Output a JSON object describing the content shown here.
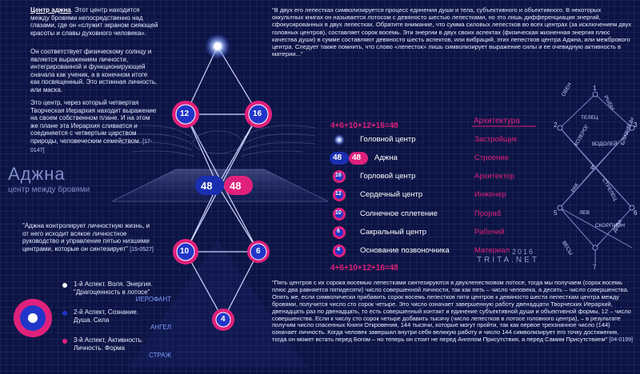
{
  "top_left": {
    "title": "Центр аджна",
    "intro": ". Этот центр находится между бровями непосредственно над глазами, где он «служит экраном сияющей красоты и славы духовного человека».",
    "p2": "Он соответствует физическому солнцу и является выражением личности, интегрированной и функционирующей сначала как ученик, а в конечном итоге как посвященный. Это истинная личность, или маска.",
    "p3": "Это центр, через который четвертая Творческая Иерархия находит выражение на своем собственном плане. И на этом же плане эта Иерархия сливается и соединяется с четвертым царством природы, человеческим семейством.",
    "p3_src": "[17-0147]"
  },
  "ajna_heading": {
    "title": "Аджна",
    "subtitle": "центр между бровями"
  },
  "left_quote": {
    "text": "\"Аджна контролирует личностную жизнь, и от него исходит всякое личностное руководство и управление пятью низшими центрами, которые он синтезирует\"",
    "src": "[15-0527]"
  },
  "aspects": [
    {
      "text1": "1-й Аспект. Воля. Энергия.",
      "text2": "\"Драгоценность в лотосе\"",
      "role": "ИЕРОФАНТ",
      "color": "#ffffff"
    },
    {
      "text1": "2-й Аспект, Сознание.",
      "text2": "Душа. Сила",
      "role": "АНГЕЛ",
      "color": "#2136c9"
    },
    {
      "text1": "3-й Аспект, Активность.",
      "text2": "Личность. Форма",
      "role": "СТРАЖ",
      "color": "#e0217c"
    }
  ],
  "top_quote": {
    "text": "\"В двух его лепестках символизируется процесс единения души и тела, субъективного и объективного. В некоторых оккультных книгах он называется лотосом с девяносто шестью лепестками, но это лишь дифференциация энергий, сфокусированных в двух лепестках. Обратите внимание, что сумма силовых лепестков во всех центрах (за исключением двух головных центров), составляет сорок восемь. Эти энергии в двух своих аспектах (физическая жизненная энергия плюс качества души) в сумме составляют девяносто шесть аспектов, или вибраций, этих лепестков центра Аджна, или межбрового центра. Следует также помнить, что слово «лепесток» лишь символизирует выражение силы и ее очевидную активность в материи...\""
  },
  "equation_top": "4+6+10+12+16=48",
  "equation_bottom": "4+6+10+12+16=48",
  "architecture_title": "Архитектура",
  "centers": [
    {
      "label": "Головной центр",
      "role": "Застройщик",
      "badge": ""
    },
    {
      "label": "Аджна",
      "role": "Строение",
      "badge": ""
    },
    {
      "label": "Горловой центр",
      "role": "Архитектор",
      "badge": "16"
    },
    {
      "label": "Сердечный центр",
      "role": "Инженер",
      "badge": "12"
    },
    {
      "label": "Солнечное сплетение",
      "role": "Прораб",
      "badge": "10"
    },
    {
      "label": "Сакральный центр",
      "role": "Рабочий",
      "badge": "6"
    },
    {
      "label": "Основание позвоночника",
      "role": "Материал",
      "badge": "4"
    }
  ],
  "ajna_badges": {
    "left": "48",
    "right": "48"
  },
  "diagram_nums": {
    "throat": "16",
    "heart": "12",
    "solar": "10",
    "sacral": "6",
    "base": "4",
    "ajna_left": "48",
    "ajna_right": "48"
  },
  "watermark": {
    "year": "2016",
    "site": "TRITA.NET"
  },
  "zodiac": [
    "ОВЕН",
    "РЫБЫ",
    "ТЕЛЕЦ",
    "ВОДОЛЕЙ",
    "БЛИЗНЕЦЫ",
    "КОЗЕРОГ",
    "РАК",
    "СТРЕЛЕЦ",
    "ЛЕВ",
    "СКОРПИОН",
    "ВЕСЫ",
    "ДЕВА"
  ],
  "zodiac_nums": [
    "1",
    "2",
    "3",
    "4",
    "5",
    "6",
    "7"
  ],
  "bottom_quote": {
    "text": "\"Пять центров с их сорока восемью лепестками синтезируются в двухлепестковом лотосе, тогда мы получаем (сорок восемь плюс два равняется пятидесяти) число совершенной личности, так как пять – число человека, а десять – число совершенства. Опять же, если символически прибавить сорок восемь лепестков пяти центров к девяносто шести лепесткам центра между бровями, получится число сто сорок четыре. Это число означает завершенную работу двенадцати Творческих Иерархий, двенадцать раз по двенадцать, то есть совершенный контакт и единение субъективной души и объективной формы, 12 – число совершенства. Если к числу сто сорок четыре добавить тысячу (число лепестков в лотосе головного центра), – в результате получим число спасенных Книги Откровения, 144 тысячи, которые могут пройти, так как первое трехзначное число (144) означает личность. Когда человек завершил внутри себя великую работу и число 144 символизирует его точку достижения, тогда он может встать перед Богом – но теперь он стоит не перед Ангелом Присутствия, а перед Самим Присутствием\"",
    "src": "[04-0199]"
  },
  "colors": {
    "magenta": "#e0217c",
    "blue": "#2136c9",
    "bg": "#0c1444"
  }
}
